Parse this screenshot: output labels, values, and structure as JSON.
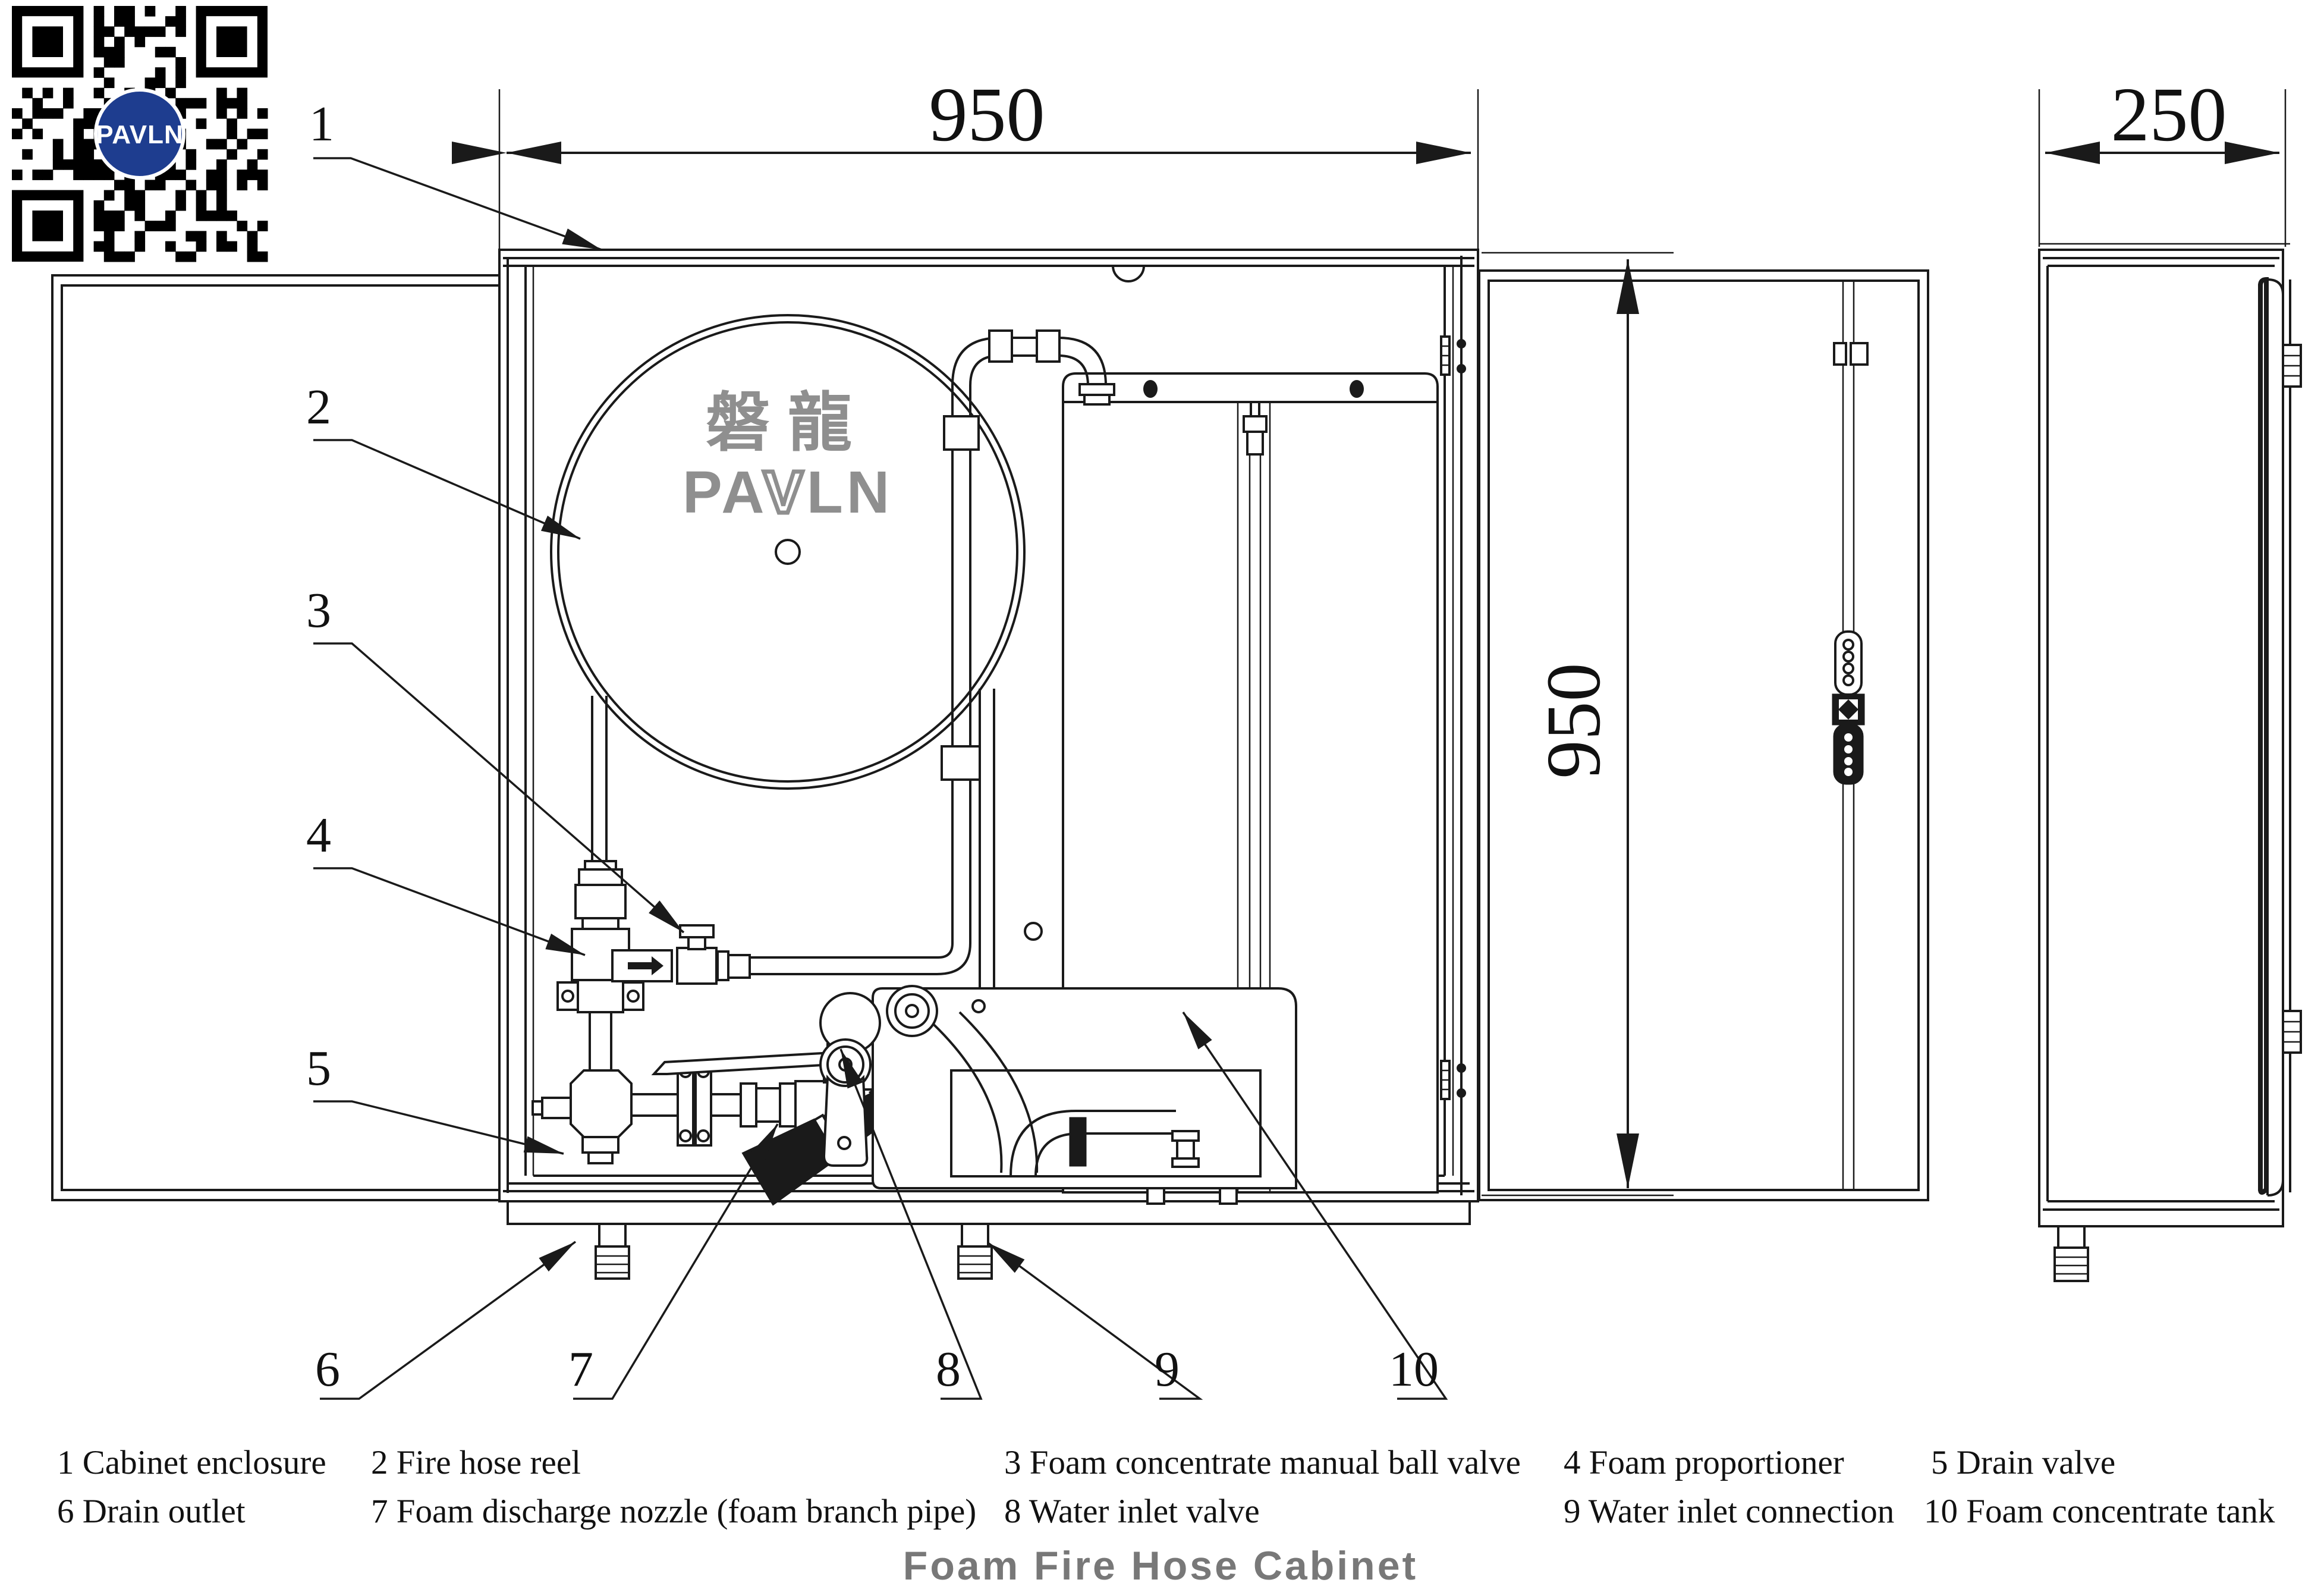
{
  "title": "Foam Fire Hose Cabinet",
  "qr": {
    "logo_text": "PAVLN"
  },
  "dims": {
    "front_width": "950",
    "front_height": "950",
    "side_depth": "250"
  },
  "reel": {
    "cjk": "磐龍",
    "brand_pa": "PA",
    "brand_v": "V",
    "brand_ln": "LN"
  },
  "callouts": [
    "1",
    "2",
    "3",
    "4",
    "5",
    "6",
    "7",
    "8",
    "9",
    "10"
  ],
  "legend": {
    "row1": [
      "1 Cabinet enclosure",
      "2 Fire hose reel",
      "3 Foam concentrate manual ball valve",
      "4 Foam proportioner",
      "5 Drain valve"
    ],
    "row2": [
      "6 Drain outlet",
      "7 Foam discharge nozzle (foam branch pipe)",
      "8 Water inlet valve",
      "9 Water inlet connection",
      "10 Foam concentrate tank"
    ]
  },
  "colors": {
    "line": "#1a1a1a",
    "logo_gray": "#8f8f8f",
    "title_gray": "#787878",
    "qr_blue": "#1e3d8f"
  }
}
